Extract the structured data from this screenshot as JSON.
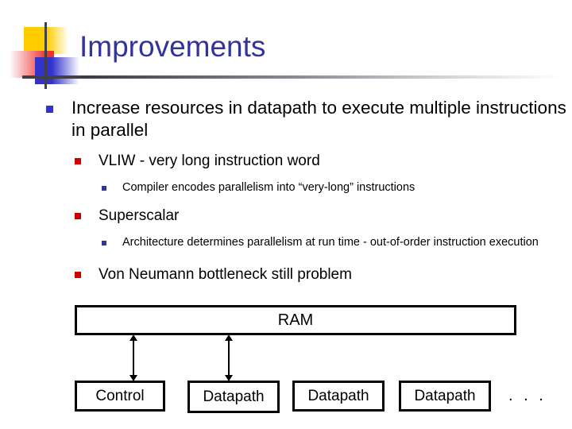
{
  "slide": {
    "title": "Improvements",
    "title_color": "#333399",
    "bullet_level1_color": "#3333CC",
    "bullet_level2_color": "#CC0000",
    "bullet_level3_color": "#333399",
    "deco": {
      "yellow": "#FFCC00",
      "red": "#EE3333",
      "blue": "#3333CC",
      "line": "#404048"
    }
  },
  "content": {
    "bullets": [
      {
        "level": 1,
        "text": "Increase resources in datapath to execute multiple instructions in parallel",
        "marker": "blue-square-bullet"
      },
      {
        "level": 2,
        "text": "VLIW - very long instruction word",
        "marker": "red-square-bullet"
      },
      {
        "level": 3,
        "text": "Compiler encodes parallelism into “very-long” instructions",
        "marker": "navy-square-bullet"
      },
      {
        "level": 2,
        "text": "Superscalar",
        "marker": "red-square-bullet"
      },
      {
        "level": 3,
        "text": "Architecture determines parallelism at run time - out-of-order instruction execution",
        "marker": "navy-square-bullet"
      },
      {
        "level": 2,
        "text": "Von Neumann bottleneck still problem",
        "marker": "red-square-bullet"
      }
    ]
  },
  "diagram": {
    "memory_label": "RAM",
    "control_label": "Control",
    "datapath_labels": [
      "Datapath",
      "Datapath",
      "Datapath"
    ],
    "ellipsis": ". . .",
    "connections": [
      {
        "from": "RAM",
        "to": "Control",
        "style": "double-headed-arrow"
      },
      {
        "from": "RAM",
        "to": "Datapath",
        "style": "double-headed-arrow"
      }
    ]
  }
}
